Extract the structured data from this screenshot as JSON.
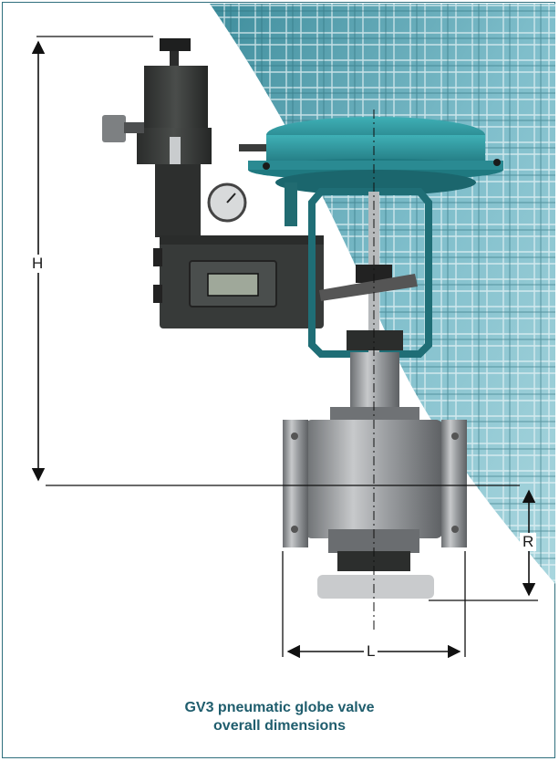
{
  "dimensions": {
    "height_label": "H",
    "length_label": "L",
    "offset_label": "R"
  },
  "caption": {
    "line1": "GV3 pneumatic globe valve",
    "line2": "overall dimensions"
  },
  "colors": {
    "frame": "#2f6f7d",
    "caption": "#1f5d6d",
    "background_photo": "#4f9aa8",
    "actuator": "#2a8a92",
    "valve_body": "#8c8f92",
    "positioner": "#3a3d3c"
  }
}
